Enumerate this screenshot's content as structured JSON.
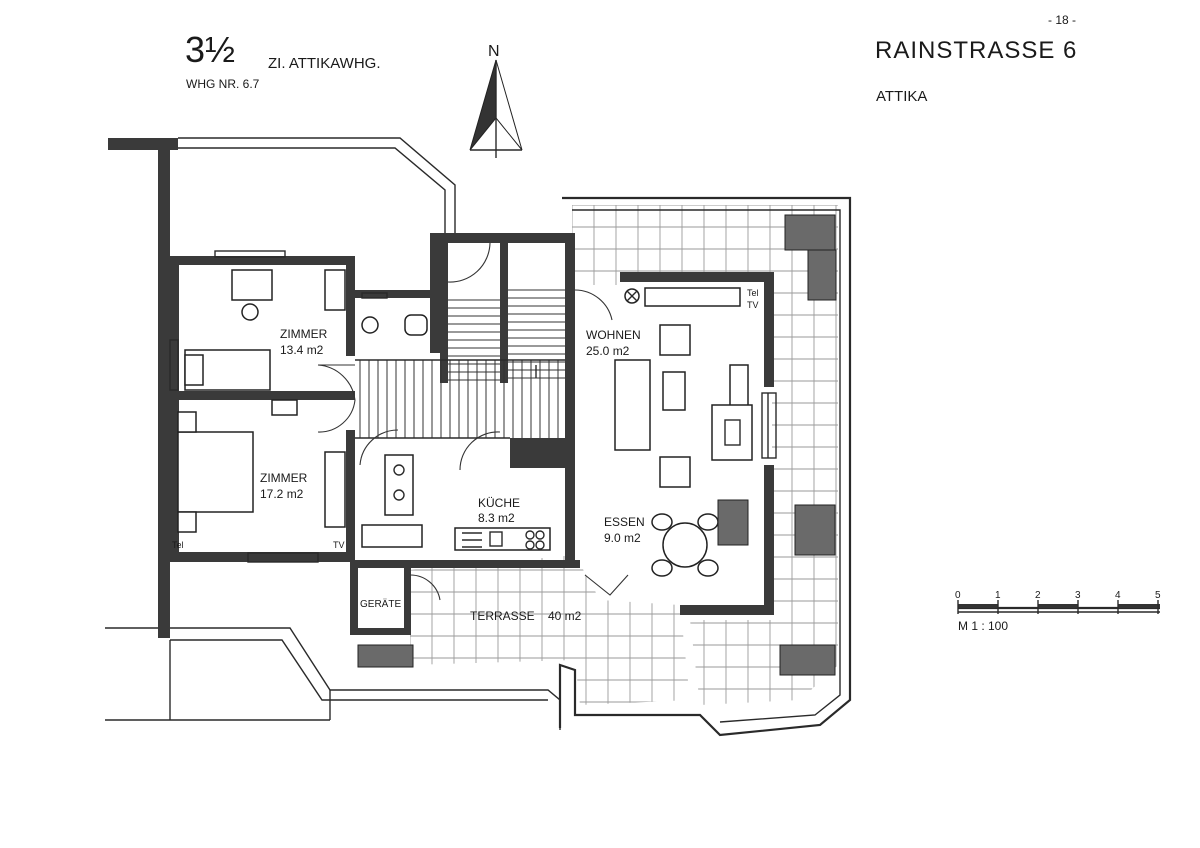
{
  "header": {
    "page_number": "- 18 -",
    "unit_big": "3½",
    "unit_type": "ZI. ATTIKAWHG.",
    "unit_number": "WHG NR. 6.7",
    "address": "RAINSTRASSE  6",
    "floor": "ATTIKA",
    "north_label": "N"
  },
  "rooms": [
    {
      "name": "ZIMMER",
      "area": "13.4 m2"
    },
    {
      "name": "ZIMMER",
      "area": "17.2 m2"
    },
    {
      "name": "WOHNEN",
      "area": "25.0 m2"
    },
    {
      "name": "KÜCHE",
      "area": "8.3 m2"
    },
    {
      "name": "ESSEN",
      "area": "9.0 m2"
    },
    {
      "name": "TERRASSE",
      "area": "40 m2"
    }
  ],
  "labels": {
    "geraete": "GERÄTE",
    "tel_1": "Tel",
    "tv_1": "TV",
    "tel_2": "Tel",
    "tv_2": "TV"
  },
  "scale": {
    "ticks": [
      "0",
      "1",
      "2",
      "3",
      "4",
      "5"
    ],
    "label": "M  1 : 100"
  },
  "colors": {
    "wall": "#3a3a3a",
    "line": "#2a2a2a",
    "paper": "#ffffff"
  }
}
